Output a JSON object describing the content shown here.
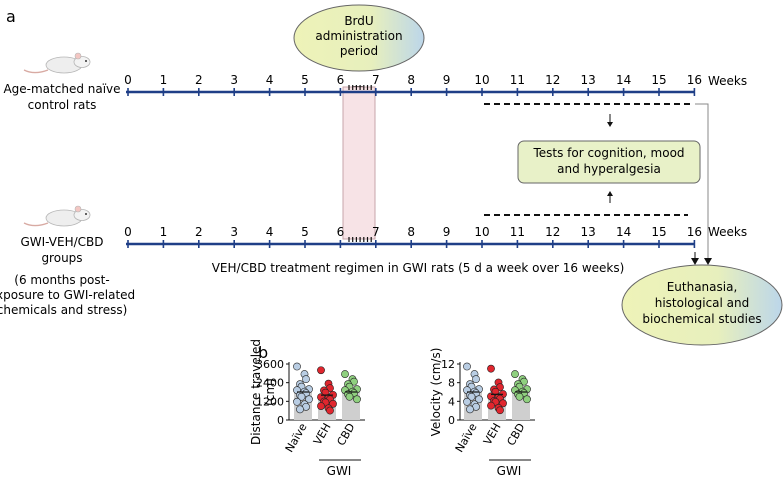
{
  "panel_a": {
    "label": "a",
    "brdu_bubble": [
      "BrdU",
      "administration",
      "period"
    ],
    "control_label": [
      "Age-matched naïve",
      "control rats"
    ],
    "gwi_label": [
      "GWI-VEH/CBD",
      "groups"
    ],
    "gwi_note": [
      "(6 months post-",
      "exposure to GWI-related",
      "chemicals and stress)"
    ],
    "week_numbers": [
      "0",
      "1",
      "2",
      "3",
      "4",
      "5",
      "6",
      "7",
      "8",
      "9",
      "10",
      "11",
      "12",
      "13",
      "14",
      "15",
      "16"
    ],
    "weeks_unit": "Weeks",
    "tests_box": [
      "Tests for cognition, mood",
      "and hyperalgesia"
    ],
    "treatment_caption": "VEH/CBD treatment regimen in GWI rats (5 d a week over 16 weeks)",
    "euthanasia_bubble": [
      "Euthanasia,",
      "histological and",
      "biochemical studies"
    ]
  },
  "panel_b": {
    "label": "b",
    "group_label": "GWI",
    "colors": {
      "naive": "#b9cde3",
      "veh": "#e0262e",
      "cbd": "#8fd07f",
      "bar": "#cfcfcf"
    }
  },
  "chart_data": [
    {
      "type": "bar",
      "ylabel": "Distance traveled (cm)",
      "yticks": [
        "0",
        "1200",
        "2400",
        "3600"
      ],
      "ylim": [
        0,
        3600
      ],
      "categories": [
        "Naïve",
        "VEH",
        "CBD"
      ],
      "values": [
        1800,
        1600,
        1800
      ]
    },
    {
      "type": "bar",
      "ylabel": "Velocity (cm/s)",
      "yticks": [
        "0",
        "4",
        "8",
        "12"
      ],
      "ylim": [
        0,
        12
      ],
      "categories": [
        "Naïve",
        "VEH",
        "CBD"
      ],
      "values": [
        6,
        5.5,
        6
      ]
    }
  ]
}
